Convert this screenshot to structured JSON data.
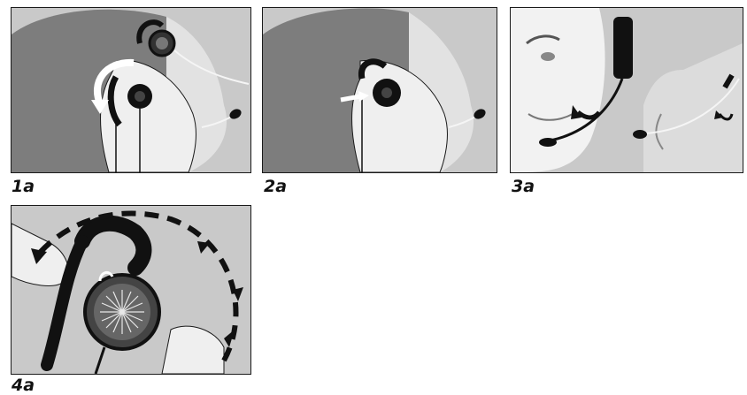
{
  "steps": [
    {
      "label": "1a"
    },
    {
      "label": "2a"
    },
    {
      "label": "3a"
    },
    {
      "label": "4a"
    }
  ],
  "colors": {
    "background": "#c9c9c9",
    "head_dark": "#7d7d7d",
    "skin_light": "#efefef",
    "headset_black": "#111111",
    "outline": "#1a1a1a"
  },
  "icons": [
    "rotate-arrow-icon",
    "curved-arrow-icon",
    "dashed-rotation-arrow-icon"
  ]
}
